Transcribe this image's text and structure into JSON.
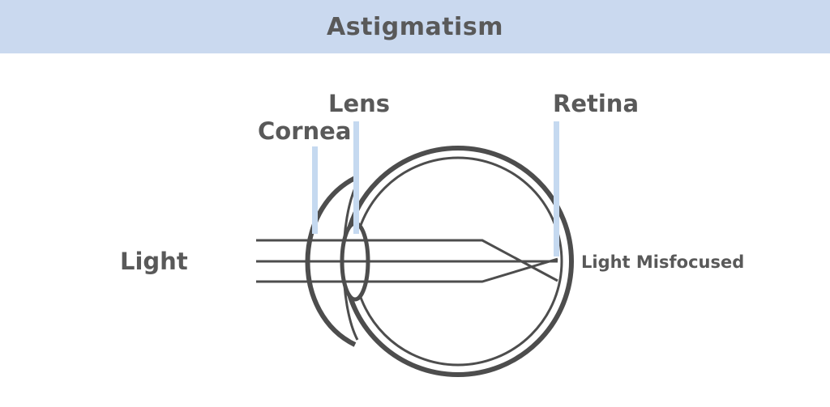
{
  "title": "Astigmatism",
  "labels": {
    "lens": "Lens",
    "cornea": "Cornea",
    "retina": "Retina",
    "light": "Light",
    "light_misfocused": "Light Misfocused"
  },
  "colors": {
    "header_bg": "#cad9ef",
    "text": "#595959",
    "outline": "#4d4d4d",
    "pointer": "#c5d9f0",
    "background": "#ffffff"
  }
}
